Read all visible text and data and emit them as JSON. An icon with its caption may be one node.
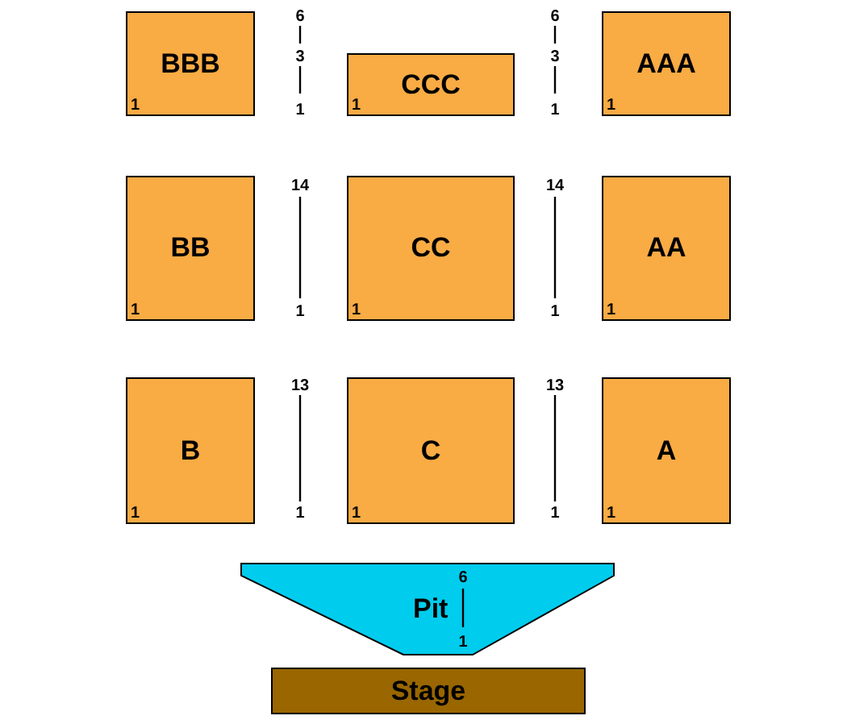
{
  "diagram": {
    "nodes": [
      {
        "text": [
          "BBB",
          "1"
        ]
      },
      {
        "text": [
          "CCC",
          "1"
        ]
      },
      {
        "text": [
          "AAA",
          "1"
        ]
      },
      {
        "text": [
          "BB",
          "1"
        ]
      },
      {
        "text": [
          "CC",
          "1"
        ]
      },
      {
        "text": [
          "AA",
          "1"
        ]
      },
      {
        "text": [
          "B",
          "1"
        ]
      },
      {
        "text": [
          "C",
          "1"
        ]
      },
      {
        "text": [
          "A",
          "1"
        ]
      },
      {
        "text": [
          "Pit",
          "6",
          "1"
        ]
      },
      {
        "text": [
          "Stage"
        ]
      }
    ],
    "edges": [],
    "labels": [
      "6",
      "6",
      "3",
      "3",
      "1",
      "1",
      "14",
      "14",
      "1",
      "1",
      "13",
      "13",
      "1",
      "1"
    ]
  }
}
